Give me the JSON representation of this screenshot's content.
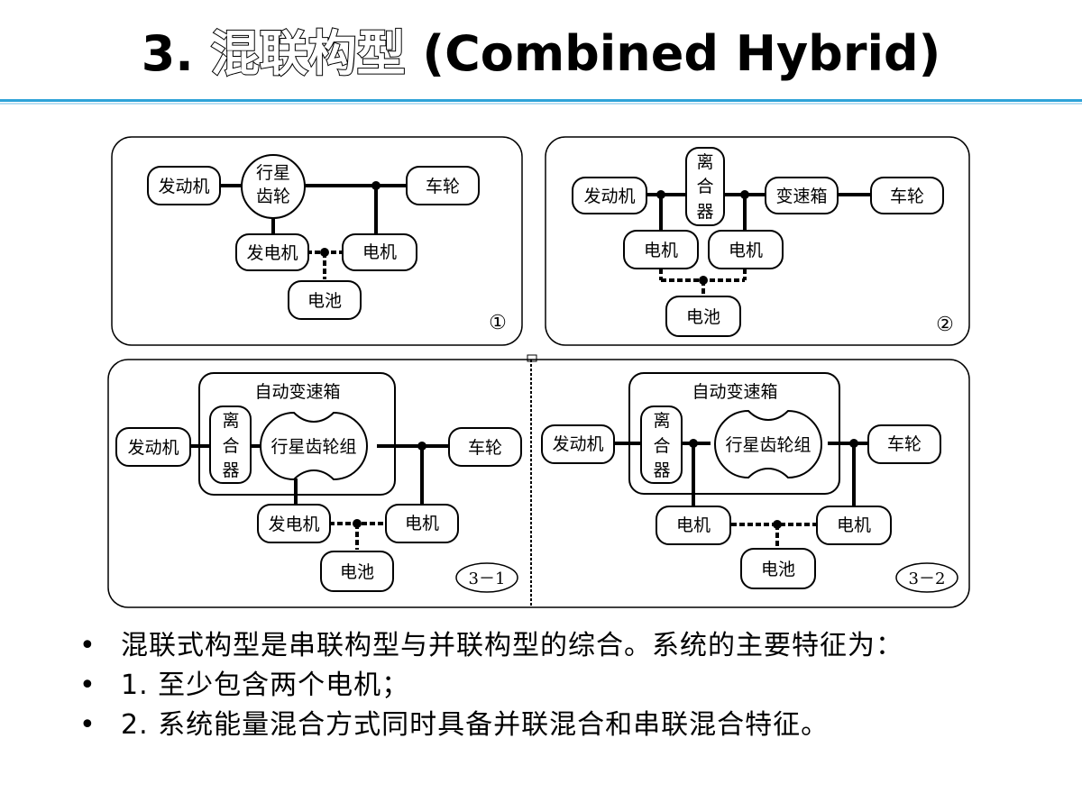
{
  "slide": {
    "title_num": "3.",
    "title_zh": "混联构型",
    "title_en": "(Combined Hybrid)"
  },
  "diagram": {
    "p1": {
      "engine": "发动机",
      "planet_1": "行星",
      "planet_2": "齿轮",
      "wheel": "车轮",
      "generator": "发电机",
      "motor": "电机",
      "battery": "电池",
      "tag": "①"
    },
    "p2": {
      "engine": "发动机",
      "clutch_1": "离",
      "clutch_2": "合",
      "clutch_3": "器",
      "gearbox": "变速箱",
      "wheel": "车轮",
      "motor_a": "电机",
      "motor_b": "电机",
      "battery": "电池",
      "tag": "②"
    },
    "p31": {
      "auto_gearbox": "自动变速箱",
      "engine": "发动机",
      "clutch_1": "离",
      "clutch_2": "合",
      "clutch_3": "器",
      "planet_set": "行星齿轮组",
      "wheel": "车轮",
      "generator": "发电机",
      "motor": "电机",
      "battery": "电池",
      "tag": "3－1"
    },
    "p32": {
      "auto_gearbox": "自动变速箱",
      "engine": "发动机",
      "clutch_1": "离",
      "clutch_2": "合",
      "clutch_3": "器",
      "planet_set": "行星齿轮组",
      "wheel": "车轮",
      "motor_a": "电机",
      "motor_b": "电机",
      "battery": "电池",
      "tag": "3－2"
    }
  },
  "bullets": {
    "marker": "•",
    "b1": "混联式构型是串联构型与并联构型的综合。系统的主要特征为：",
    "b2": "1. 至少包含两个电机；",
    "b3": "2. 系统能量混合方式同时具备并联混合和串联混合特征。"
  }
}
